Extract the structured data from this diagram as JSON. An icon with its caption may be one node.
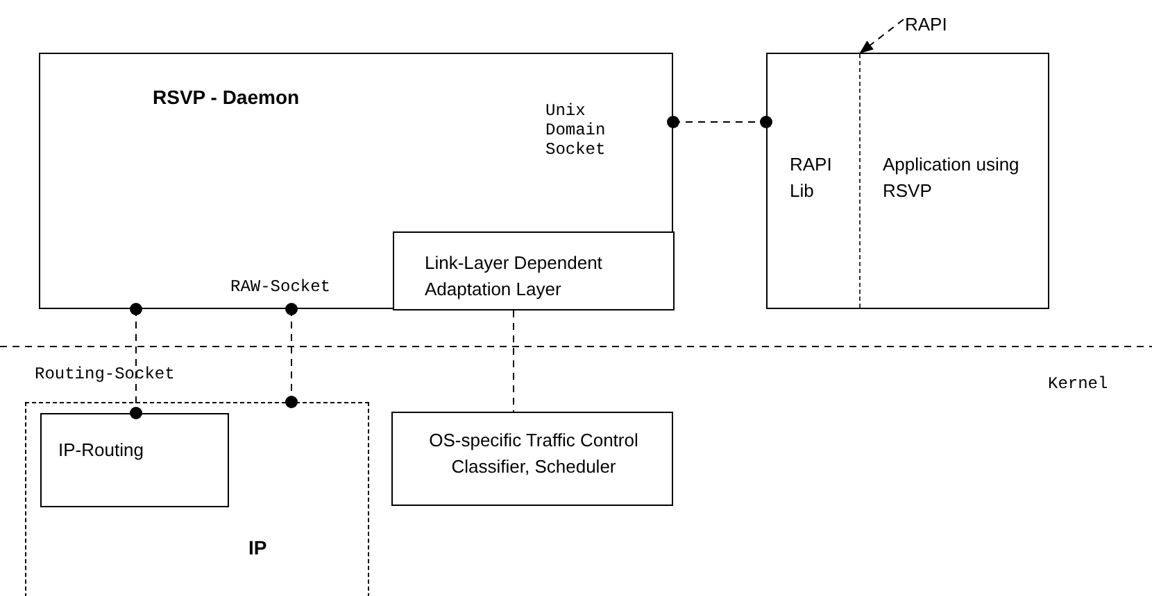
{
  "diagram": {
    "nodes": [
      {
        "text": [
          "RSVP - Daemon",
          "Unix Domain Socket",
          "RAW-Socket"
        ]
      },
      {
        "text": [
          "Link-Layer Dependent Adaptation Layer"
        ],
        "in": 0
      },
      {
        "text": [
          "RAPI Lib",
          "Application using RSVP"
        ]
      },
      {
        "text": [
          "RAPI"
        ]
      },
      {
        "text": [
          "IP"
        ]
      },
      {
        "text": [
          "IP-Routing"
        ],
        "in": 4
      },
      {
        "text": [
          "OS-specific Traffic Control Classifier, Scheduler"
        ]
      }
    ],
    "edges": [
      {
        "from": 0,
        "to": 2,
        "arrow": "other",
        "style": "dashed"
      },
      {
        "from": 0,
        "to": 5,
        "arrow": "other",
        "style": "dashed"
      },
      {
        "from": 0,
        "to": 4,
        "arrow": "other",
        "style": "dashed"
      },
      {
        "from": 1,
        "to": 6,
        "arrow": "none",
        "style": "dashed"
      },
      {
        "from": 3,
        "to": 2,
        "arrow": "to",
        "style": "dashed"
      }
    ],
    "labels": [
      "Routing-Socket",
      "Kernel"
    ]
  }
}
